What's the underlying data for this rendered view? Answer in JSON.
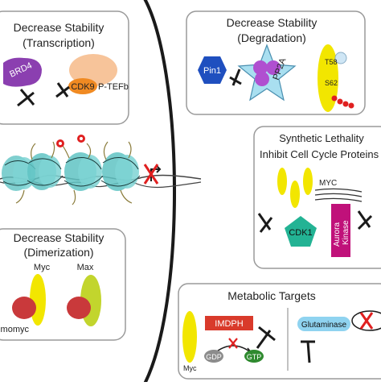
{
  "panels": {
    "transcription": {
      "title_line1": "Decrease Stability",
      "title_line2": "(Transcription)",
      "brd4": "BRD4",
      "cdk9": "CDK9",
      "ptefb": "P-TEFb"
    },
    "dimerization": {
      "title_line1": "Decrease Stability",
      "title_line2": "(Dimerization)",
      "myc": "Myc",
      "max": "Max",
      "omomyc": "Omomyc"
    },
    "degradation": {
      "title_line1": "Decrease Stability",
      "title_line2": "(Degradation)",
      "pin1": "Pin1",
      "pp2a": "PP2A",
      "t58": "T58",
      "s62": "S62"
    },
    "synthetic_lethality": {
      "title_line1": "Synthetic Lethality",
      "title_line2": "Inhibit Cell Cycle Proteins",
      "myc": "MYC",
      "cdk1": "CDK1",
      "aurora": "Aurora",
      "kinase": "Kinase"
    },
    "metabolic": {
      "title": "Metabolic Targets",
      "myc": "Myc",
      "impdh": "IMDPH",
      "gdp": "GDP",
      "gtp": "GTP",
      "glutaminase": "Glutaminase"
    }
  },
  "colors": {
    "panel_border": "#9a9a9a",
    "panel_fill": "#ffffff",
    "myc_yellow": "#f2e600",
    "brd4_purple": "#8b3fb0",
    "pin1_blue": "#1f4fbf",
    "cdk9_orange": "#f08a22",
    "ptefb_peach": "#f7c49a",
    "pp2a_star": "#a9dff0",
    "pp2a_purple": "#b04fd0",
    "cdk1_teal": "#23b394",
    "aurora_magenta": "#c0117a",
    "impdh_red": "#d93a2b",
    "omomyc_red": "#c9393b",
    "max_olive": "#c2d52d",
    "gtp_green": "#2f8a2f",
    "gdp_gray": "#8c8c8c",
    "glutaminase_cyan": "#8fd3f0",
    "nucleosome_teal": "#5fc3c3",
    "inhibitor_red": "#e02020"
  },
  "icons": [
    "inhibitor-t-icon",
    "nucleosome-icon",
    "phosphate-icon",
    "red-x-icon",
    "transcription-arrow-icon"
  ]
}
